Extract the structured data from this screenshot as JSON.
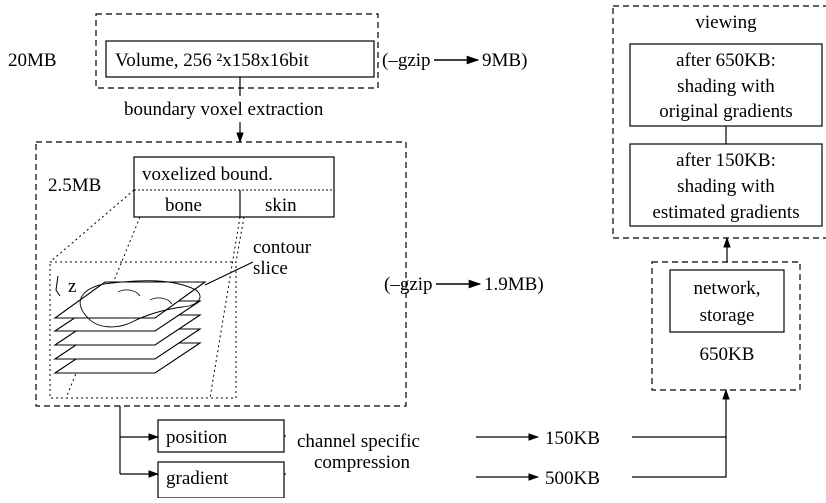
{
  "top": {
    "size_label": "20MB",
    "volume_label": "Volume, 256 ²x158x16bit",
    "volume_gzip": "(–gzip",
    "volume_gzip_result": "9MB)",
    "extraction_label": "boundary voxel extraction"
  },
  "voxel_block": {
    "title": "voxelized bound.",
    "bone": "bone",
    "skin": "skin",
    "size_label": "2.5MB",
    "z_label": "z",
    "contour_label_1": "contour",
    "contour_label_2": "slice",
    "gzip": "(–gzip",
    "gzip_result": "1.9MB)"
  },
  "channels": {
    "position": "position",
    "gradient": "gradient",
    "compression_1": "channel specific",
    "compression_2": "compression",
    "position_size": "150KB",
    "gradient_size": "500KB"
  },
  "network": {
    "line1": "network,",
    "line2": "storage",
    "size": "650KB"
  },
  "viewing": {
    "title": "viewing",
    "stage1": [
      "after 650KB:",
      "shading with",
      "original gradients"
    ],
    "stage2": [
      "after 150KB:",
      "shading with",
      "estimated gradients"
    ]
  }
}
